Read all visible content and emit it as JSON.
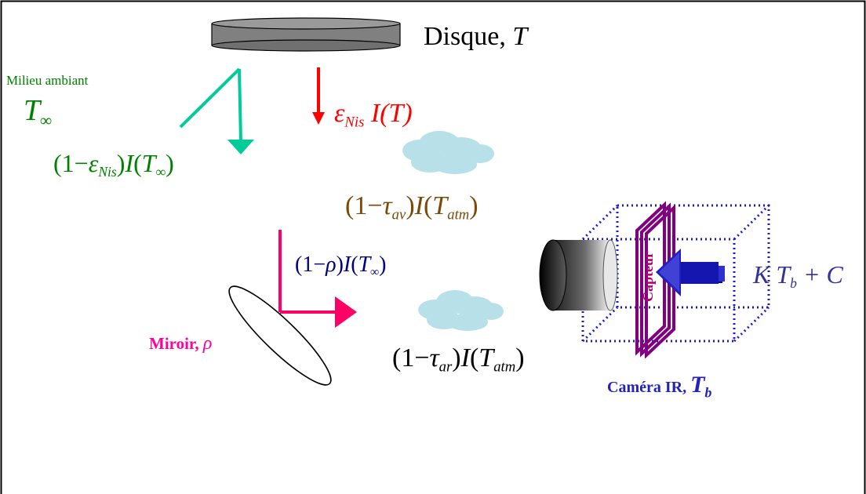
{
  "colors": {
    "frame": "#000000",
    "ambient": "#00cc99",
    "ambient_text": "#008000",
    "emission": "#ff0000",
    "cloud": "#b8e0e8",
    "atmosphere_text": "#7a4a0a",
    "mirror_path": "#ff0066",
    "mirror_text": "#ff0099",
    "reflect_text": "#000080",
    "camera_box": "#1a1ad6",
    "sensor": "#800080",
    "sensor_text": "#b00070",
    "arrow_blue": "#2020c0",
    "gain_text": "#333399",
    "camera_text": "#2222bb"
  },
  "labels": {
    "disk": {
      "word": "Disque, ",
      "sym": "T"
    },
    "ambient": {
      "title": "Milieu ambiant",
      "sym": "T",
      "sub": "∞"
    },
    "ambient_term": {
      "pre": "(1−",
      "eps": "ε",
      "eps_sub": "Nis",
      "mid": ")",
      "func": "I",
      "arg_open": "(",
      "arg_sym": "T",
      "arg_sub": "∞",
      "arg_close": ")"
    },
    "emission_term": {
      "eps": "ε",
      "eps_sub": "Nis",
      "func": " I",
      "arg": "(T)"
    },
    "atm_front": {
      "pre": "(1−",
      "tau": "τ",
      "tau_sub": "av",
      "mid": ")",
      "func": "I",
      "arg_open": "(",
      "arg_sym": "T",
      "arg_sub": "atm",
      "arg_close": ")"
    },
    "mirror_reflect": {
      "pre": "(1−",
      "rho": "ρ",
      "mid": ")",
      "func": "I",
      "arg_open": "(",
      "arg_sym": "T",
      "arg_sub": "∞",
      "arg_close": ")"
    },
    "mirror": {
      "word": "Miroir, ",
      "sym": "ρ"
    },
    "atm_back": {
      "pre": "(1−",
      "tau": "τ",
      "tau_sub": "ar",
      "mid": ")",
      "func": "I",
      "arg_open": "(",
      "arg_sym": "T",
      "arg_sub": "atm",
      "arg_close": ")"
    },
    "sensor": "Capteur",
    "camera_output": {
      "k": "K",
      "t": " T",
      "t_sub": "b",
      "rest": " + C"
    },
    "camera": {
      "word": "Caméra IR, ",
      "sym": "T",
      "sym_sub": "b"
    }
  }
}
